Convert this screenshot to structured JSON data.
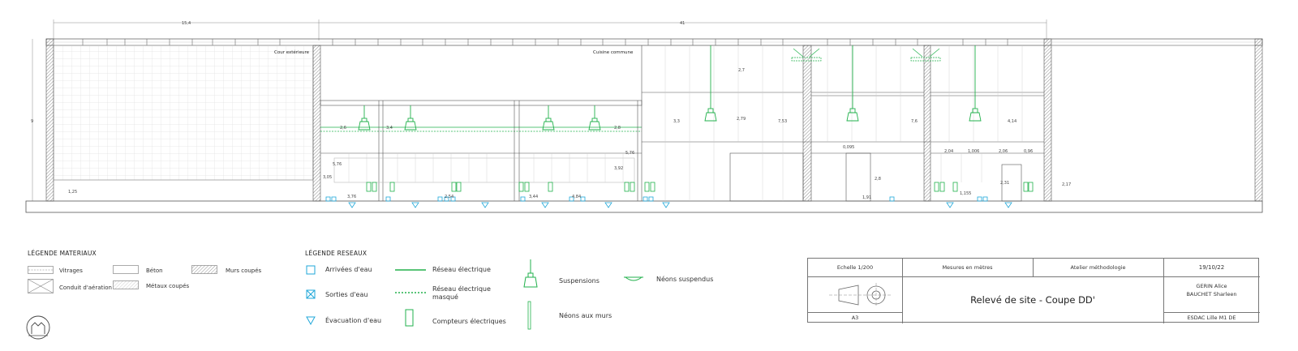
{
  "drawing": {
    "dimensions": {
      "top_left": "15,4",
      "top_right": "41",
      "left_height": "9",
      "small": "1,25",
      "d1": "2,6",
      "d2": "3,4",
      "d3": "2,8",
      "d4": "5,76",
      "d5": "3,05",
      "d6": "3,76",
      "d7": "2,54",
      "d8": "3,92",
      "d9": "5,76",
      "d10": "3,44",
      "d11": "4,84",
      "d12": "2,7",
      "d13": "3,3",
      "d14": "2,79",
      "d15": "7,53",
      "d16": "7,6",
      "d17": "4,14",
      "d18": "0,095",
      "d19": "2,8",
      "d20": "1,91",
      "d21": "2,04",
      "d22": "1,006",
      "d23": "2,06",
      "d24": "0,96",
      "d25": "2,31",
      "d26": "1,155",
      "d27": "2,17"
    },
    "rooms": {
      "courtyard": "Cour extérieure",
      "kitchen": "Cuisine commune"
    }
  },
  "legend_materials": {
    "title": "LÉGENDE MATERIAUX",
    "items": {
      "vitrages": "Vitrages",
      "beton": "Béton",
      "murs": "Murs coupés",
      "conduit": "Conduit d'aération",
      "metaux": "Métaux coupés"
    }
  },
  "legend_networks": {
    "title": "LÉGENDE RESEAUX",
    "items": {
      "arrivees": "Arrivées d'eau",
      "sorties": "Sorties d'eau",
      "evacuation": "Évacuation d'eau",
      "reseau": "Réseau électrique",
      "reseau_masque": "Réseau électrique masqué",
      "compteurs": "Compteurs électriques",
      "suspensions": "Suspensions",
      "neons_murs": "Néons aux murs",
      "neons_suspendus": "Néons suspendus"
    }
  },
  "title_block": {
    "scale": "Echelle 1/200",
    "units": "Mesures en mètres",
    "workshop": "Atelier méthodologie",
    "date": "19/10/22",
    "title": "Relevé de site - Coupe DD'",
    "authors_line1": "GERIN Alice",
    "authors_line2": "BAUCHET Sharleen",
    "format": "A3",
    "school": "ESDAC Lille M1 DE"
  },
  "colors": {
    "network": "#22b14c",
    "water": "#1fa7d9",
    "line": "#555555"
  }
}
